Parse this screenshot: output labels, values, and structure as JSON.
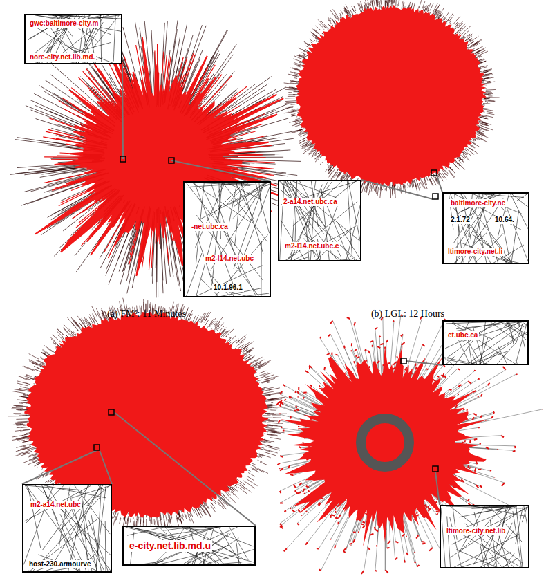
{
  "diagram": {
    "nodes": [
      {
        "text": [
          "gwc:baltimore-city.m",
          "nore-city.net.lib.md."
        ]
      },
      {
        "text": [
          "-net.ubc.ca",
          "m2-l14.net.ubc",
          "10.1.96.1"
        ]
      },
      {
        "text": [
          "2-a14.net.ubc.ca",
          "m2-l14.net.ubc.c"
        ]
      },
      {
        "text": [
          "baltimore-city.ne",
          "2.1.72",
          "10.64.",
          "ltimore-city.net.li"
        ]
      },
      {
        "text": [
          "m2-a14.net.ubc",
          "host-230.armourve"
        ]
      },
      {
        "text": [
          "e-city.net.lib.md.u"
        ]
      },
      {
        "text": [
          "et.ubc.ca"
        ]
      },
      {
        "text": [
          "ltimore-city.net.lib"
        ]
      }
    ],
    "edges": [],
    "labels": [
      "(a) FM³: 11 Minutes",
      "(b) LGL: 12 Hours"
    ]
  }
}
